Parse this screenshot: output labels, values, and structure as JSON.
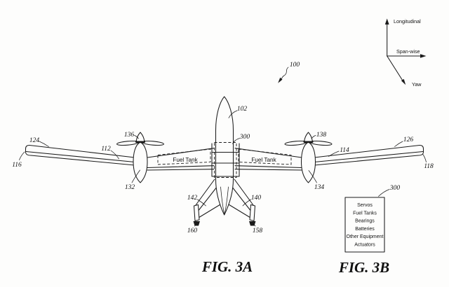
{
  "drawing": {
    "captions": {
      "fig3a": "FIG. 3A",
      "fig3b": "FIG. 3B"
    },
    "axes": {
      "up": "Longitudinal",
      "right": "Span-wise",
      "diagonal": "Yaw"
    },
    "ref_labels": {
      "n100": "100",
      "n102": "102",
      "n300": "300",
      "n112": "112",
      "n114": "114",
      "n116": "116",
      "n118": "118",
      "n124": "124",
      "n126": "126",
      "n132": "132",
      "n134": "134",
      "n136": "136",
      "n138": "138",
      "n140": "140",
      "n142": "142",
      "n158": "158",
      "n160": "160"
    },
    "fuel_tank_left": "Fuel Tank",
    "fuel_tank_right": "Fuel Tank",
    "equipment_box": {
      "ref": "300",
      "items": [
        "Servos",
        "Fuel Tanks",
        "Bearings",
        "Batteries",
        "Other Equipment",
        "Actuators"
      ]
    },
    "ink_color": "#1b1b1b"
  }
}
